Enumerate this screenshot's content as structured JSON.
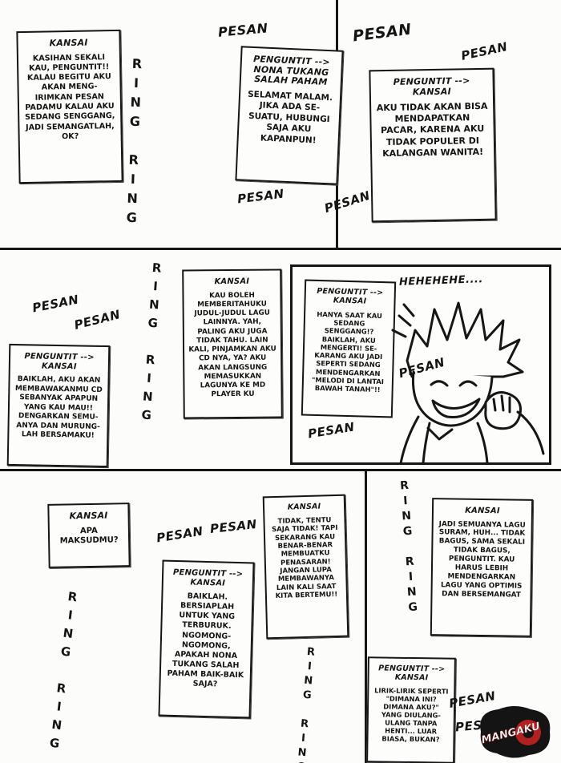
{
  "sfx": {
    "pesan": "PESAN",
    "ring_ring": "RING RING",
    "laugh": "HEHEHEHE...."
  },
  "logo": {
    "text": "MANGAKU",
    "red": "#b32020",
    "black": "#141414"
  },
  "notes": [
    {
      "title": "KANSAI",
      "body": "KASIHAN SEKALI KAU, PENGUNTIT!! KALAU BEGITU AKU AKAN MENG-IRIMKAN PESAN PADAMU KALAU AKU SEDANG SENGGANG, JADI SEMANGATLAH, OK?"
    },
    {
      "title": "PENGUNTIT --> NONA TUKANG SALAH PAHAM",
      "body": "SELAMAT MALAM. JIKA ADA SE-SUATU, HUBUNGI SAJA AKU KAPANPUN!"
    },
    {
      "title": "PENGUNTIT --> KANSAI",
      "body": "AKU TIDAK AKAN BISA MENDAPATKAN PACAR, KARENA AKU TIDAK POPULER DI KALANGAN WANITA!"
    },
    {
      "title": "PENGUNTIT --> KANSAI",
      "body": "BAIKLAH, AKU AKAN MEMBAWAKANMU CD SEBANYAK APAPUN YANG KAU MAU!! DENGARKAN SEMU-ANYA DAN MURUNG-LAH BERSAMAKU!"
    },
    {
      "title": "KANSAI",
      "body": "KAU BOLEH MEMBERITAHUKU JUDUL-JUDUL LAGU LAINNYA. YAH, PALING AKU JUGA TIDAK TAHU. LAIN KALI, PINJAMKAN AKU CD NYA, YA? AKU AKAN LANGSUNG MEMASUKKAN LAGUNYA KE MD PLAYER KU"
    },
    {
      "title": "PENGUNTIT --> KANSAI",
      "body": "HANYA SAAT KAU SEDANG SENGGANG!? BAIKLAH, AKU MENGERTI! SE-KARANG AKU JADI SEPERTI SEDANG MENDENGARKAN \"MELODI DI LANTAI BAWAH TANAH\"!!"
    },
    {
      "title": "KANSAI",
      "body": "APA MAKSUDMU?"
    },
    {
      "title": "PENGUNTIT --> KANSAI",
      "body": "BAIKLAH. BERSIAPLAH UNTUK YANG TERBURUK. NGOMONG-NGOMONG, APAKAH NONA TUKANG SALAH PAHAM BAIK-BAIK SAJA?"
    },
    {
      "title": "KANSAI",
      "body": "TIDAK, TENTU SAJA TIDAK! TAPI SEKARANG KAU BENAR-BENAR MEMBUATKU PENASARAN! JANGAN LUPA MEMBAWANYA LAIN KALI SAAT KITA BERTEMU!!"
    },
    {
      "title": "KANSAI",
      "body": "JADI SEMUANYA LAGU SURAM, HUH... TIDAK BAGUS, SAMA SEKALI TIDAK BAGUS, PENGUNTIT. KAU HARUS LEBIH MENDENGARKAN LAGU YANG OPTIMIS DAN BERSEMANGAT"
    },
    {
      "title": "PENGUNTIT --> KANSAI",
      "body": "LIRIK-LIRIK SEPERTI \"DIMANA INI? DIMANA AKU?\" YANG DIULANG-ULANG TANPA HENTI... LUAR BIASA, BUKAN?"
    }
  ]
}
